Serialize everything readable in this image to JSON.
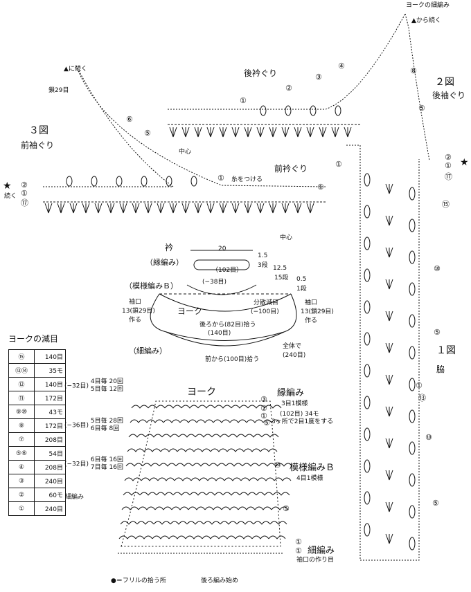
{
  "labels": {
    "top_yoke_saiki": "ヨークの細編み",
    "top_arrow_cont": "▲から続く",
    "left_arrow_cont": "▲に続く",
    "back_neck": "後衿ぐり",
    "fig2": "２図",
    "back_armhole": "後袖ぐり",
    "fig3": "３図",
    "front_armhole": "前袖ぐり",
    "front_neck": "前衿ぐり",
    "neck_29": "鎖29目",
    "center1": "中心",
    "center2": "中心",
    "attach_yarn": "糸をつける",
    "star_cont": "続く",
    "fig1": "１図",
    "side": "脇",
    "collar": "衿",
    "collar_edge": "（縁編み）",
    "collar_20": "20",
    "collar_15": "1.5",
    "collar_3dan": "3段",
    "collar_102": "（102目）",
    "yoke_name_small": "ヨーク",
    "pattern_b": "（模様編みＢ）",
    "minus38": "(−38目)",
    "s125": "12.5",
    "s15dan": "15段",
    "s05": "0.5",
    "s1dan": "1段",
    "sleeve_l": "袖口",
    "sleeve_l_cnt": "13(鎖29目)",
    "sleeve_l_make": "作る",
    "decrease": "分散減目",
    "minus100": "(−100目)",
    "sleeve_r": "袖口",
    "sleeve_r_cnt": "13(鎖29目)",
    "sleeve_r_make": "作る",
    "back_pick": "後ろから(82目)拾う",
    "yoke_140": "(140目)",
    "saiki": "（細編み）",
    "front_pick": "前から(100目)拾う",
    "total": "全体で",
    "total_240": "(240目)",
    "table_title": "ヨークの減目",
    "yoke_title": "ヨーク",
    "edge": "縁編み",
    "edge_3": "3目1模様",
    "edge_note": "(102目) 34モ",
    "edge_note2": "3ヶ所で2目1度をする",
    "pattern_b2": "模様編みＢ",
    "pattern_b2_sub": "4目1模様",
    "saiki2": "細編み",
    "sleeve_make": "袖口の作り目",
    "legend_dot": "●＝フリルの拾う所",
    "start": "後ろ編み始め",
    "saiki_table": "細編み"
  },
  "table": [
    {
      "row": "⑮",
      "val": "140目"
    },
    {
      "row": "⑬⑭",
      "val": "35モ"
    },
    {
      "row": "⑫",
      "val": "140目"
    },
    {
      "row": "⑪",
      "val": "172目"
    },
    {
      "row": "⑨⑩",
      "val": "43モ"
    },
    {
      "row": "⑧",
      "val": "172目"
    },
    {
      "row": "⑦",
      "val": "208目"
    },
    {
      "row": "⑤⑥",
      "val": "54目"
    },
    {
      "row": "④",
      "val": "208目"
    },
    {
      "row": "③",
      "val": "240目"
    },
    {
      "row": "②",
      "val": "60モ"
    },
    {
      "row": "①",
      "val": "240目"
    }
  ],
  "braces": [
    {
      "a": "(−32目)",
      "b": "4目毎 20回",
      "c": "5目毎 12回"
    },
    {
      "a": "(−36目)",
      "b": "5目毎 28回",
      "c": "6目毎 8回"
    },
    {
      "a": "(−32目)",
      "b": "6目毎 16回",
      "c": "7目毎 16回"
    }
  ],
  "row_marks": {
    "r1": "①",
    "r2": "②",
    "r3": "③",
    "r4": "④",
    "r5": "⑤",
    "r6": "⑥",
    "r8": "⑧",
    "r10": "⑩",
    "r13": "⑬",
    "r15": "⑮",
    "r17": "⑰"
  }
}
